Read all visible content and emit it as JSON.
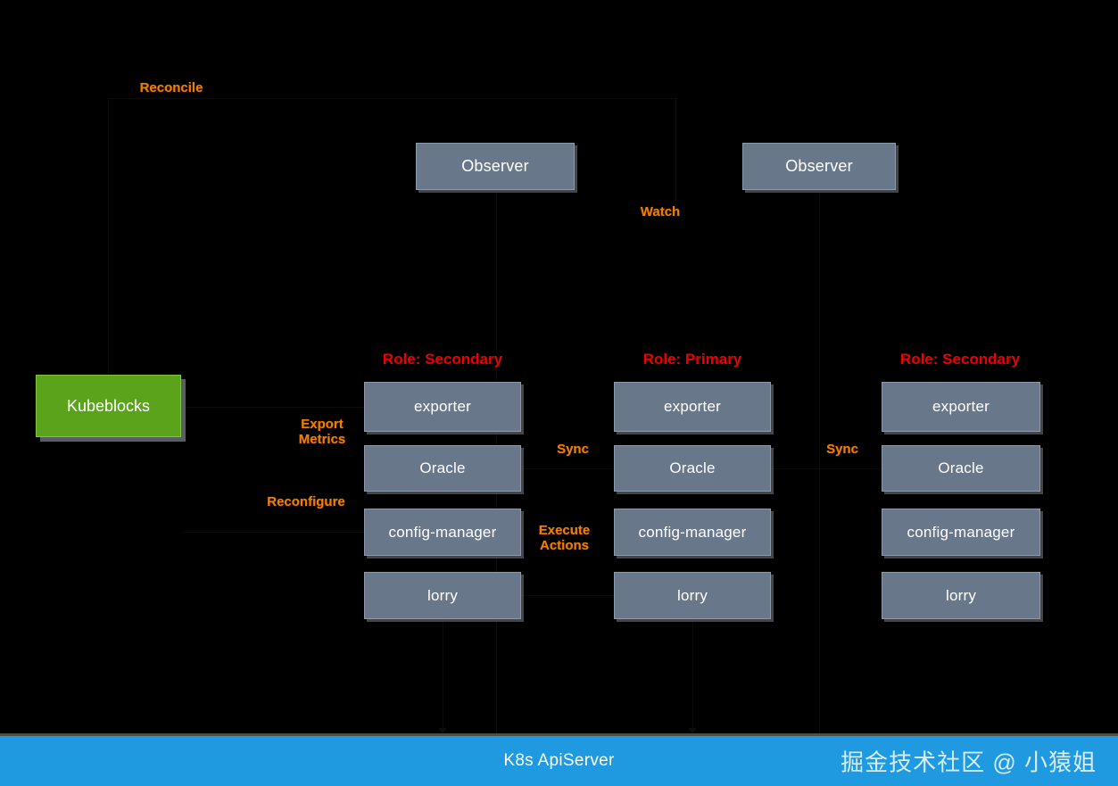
{
  "diagram": {
    "title": "KubeBlocks Oracle cluster topology",
    "background": "#000000",
    "colors": {
      "node_fill": "#68778a",
      "node_border": "#8d9aaa",
      "kubeblocks_fill": "#5aa31b",
      "annotation_orange": "#f07d00",
      "role_red": "#ee0000",
      "apiserver_blue": "#1f9ae0"
    }
  },
  "controller": {
    "label": "Kubeblocks",
    "reconcile_label": "Reconcile"
  },
  "observers": [
    {
      "label": "Observer"
    },
    {
      "label": "Observer"
    }
  ],
  "watch_label": "Watch",
  "annotations": {
    "export_metrics": "Export\nMetrics",
    "reconfigure": "Reconfigure",
    "sync_left": "Sync",
    "sync_right": "Sync",
    "execute_actions": "Execute\nActions"
  },
  "pods": [
    {
      "role_label": "Role: Secondary",
      "containers": [
        {
          "label": "exporter"
        },
        {
          "label": "Oracle"
        },
        {
          "label": "config-manager"
        },
        {
          "label": "lorry"
        }
      ]
    },
    {
      "role_label": "Role: Primary",
      "containers": [
        {
          "label": "exporter"
        },
        {
          "label": "Oracle"
        },
        {
          "label": "config-manager"
        },
        {
          "label": "lorry"
        }
      ]
    },
    {
      "role_label": "Role: Secondary",
      "containers": [
        {
          "label": "exporter"
        },
        {
          "label": "Oracle"
        },
        {
          "label": "config-manager"
        },
        {
          "label": "lorry"
        }
      ]
    }
  ],
  "apiserver": {
    "title": "K8s ApiServer",
    "watermark": "掘金技术社区 @ 小猿姐"
  }
}
